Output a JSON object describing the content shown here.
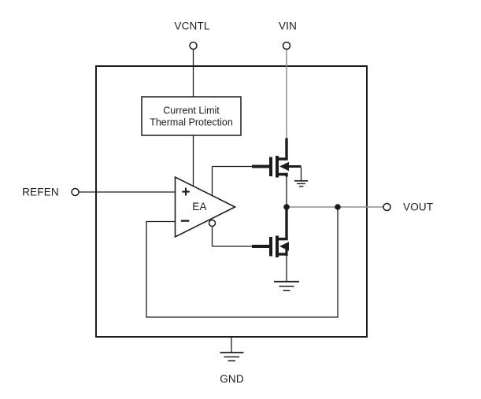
{
  "pins": {
    "vcntl": "VCNTL",
    "vin": "VIN",
    "refen": "REFEN",
    "vout": "VOUT",
    "gnd": "GND"
  },
  "blocks": {
    "current_limit_line1": "Current Limit",
    "current_limit_line2": "Thermal Protection"
  },
  "error_amp": {
    "label": "EA",
    "plus": "+",
    "minus": "−"
  },
  "colors": {
    "line": "#1c1c1c",
    "rail": "#8f8f8f",
    "background": "#ffffff"
  }
}
